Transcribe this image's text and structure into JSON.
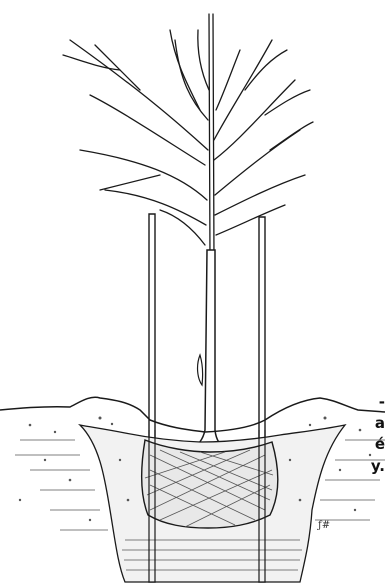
{
  "figure": {
    "subject": "tree-planting-illustration",
    "ink_color": "#1a1a1a",
    "soil_color": "#555555",
    "paper_color": "#ffffff"
  },
  "caption_fragments": [
    "-",
    "a",
    "é",
    "y."
  ]
}
